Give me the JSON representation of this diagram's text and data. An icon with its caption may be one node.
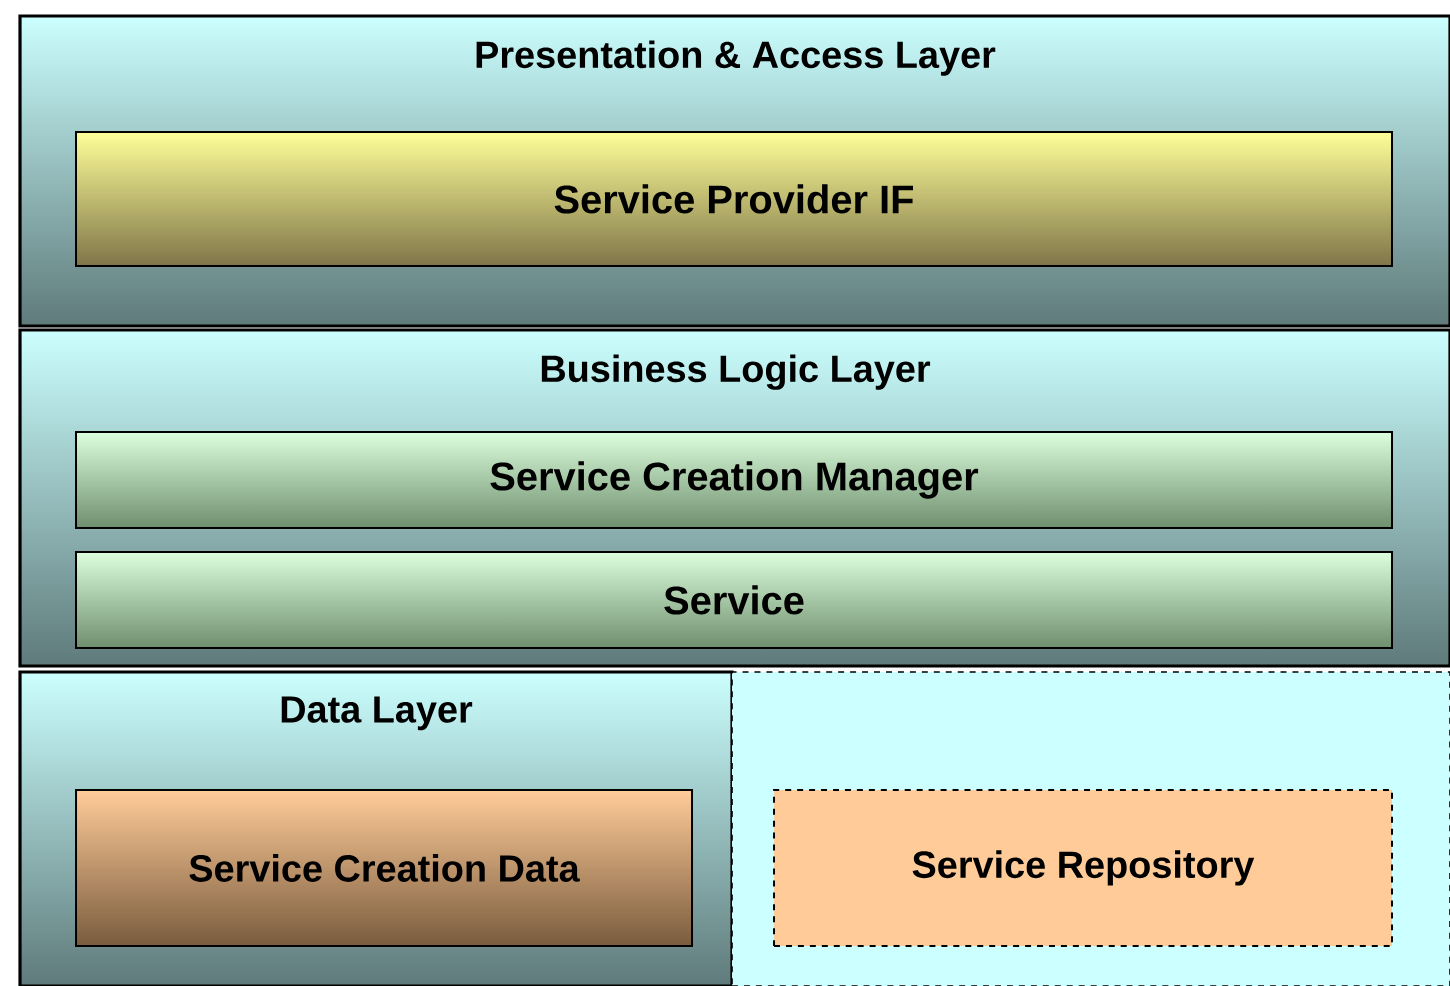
{
  "diagram": {
    "nodes": [
      {
        "text": [
          "Presentation & Access Layer"
        ]
      },
      {
        "text": [
          "Service Provider IF"
        ],
        "in": 0
      },
      {
        "text": [
          "Business Logic Layer"
        ]
      },
      {
        "text": [
          "Service Creation Manager"
        ],
        "in": 2
      },
      {
        "text": [
          "Service"
        ],
        "in": 2
      },
      {
        "text": [
          "Data Layer"
        ]
      },
      {
        "text": [
          "Service Creation Data"
        ],
        "in": 5
      },
      {
        "text": [],
        "shape": "box"
      },
      {
        "text": [
          "Service Repository"
        ],
        "in": 7
      }
    ]
  }
}
